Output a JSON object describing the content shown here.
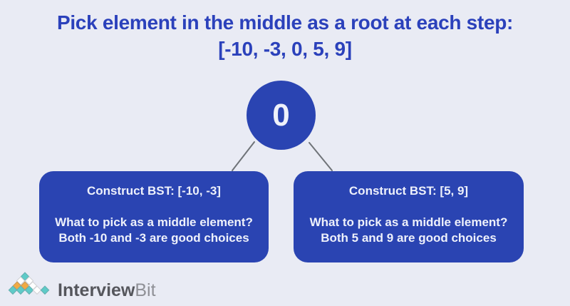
{
  "background": "#e9ebf4",
  "accent_blue": "#2a44b2",
  "title": {
    "line1": "Pick element in the middle as a root at each step:",
    "line2": "[-10, -3, 0, 5, 9]"
  },
  "tree": {
    "root_value": "0",
    "left_box": {
      "title": "Construct BST: [-10, -3]",
      "question": "What to pick as a middle element?",
      "answer": "Both -10 and -3 are good choices"
    },
    "right_box": {
      "title": "Construct BST: [5, 9]",
      "question": "What to pick as a middle element?",
      "answer": "Both 5 and 9 are good choices"
    }
  },
  "edges": {
    "color": "#6f7378"
  },
  "logo": {
    "brand_primary": "Interview",
    "brand_secondary": "Bit",
    "icon": "diamond-pyramid-icon",
    "colors": {
      "teal": "#5ecbc8",
      "orange": "#f1aa43",
      "white": "#fefefe"
    },
    "pyramid_rows": [
      [
        "teal"
      ],
      [
        "white",
        "white"
      ],
      [
        "orange",
        "orange",
        "white"
      ],
      [
        "teal",
        "teal",
        "teal",
        "white",
        "teal"
      ]
    ]
  }
}
